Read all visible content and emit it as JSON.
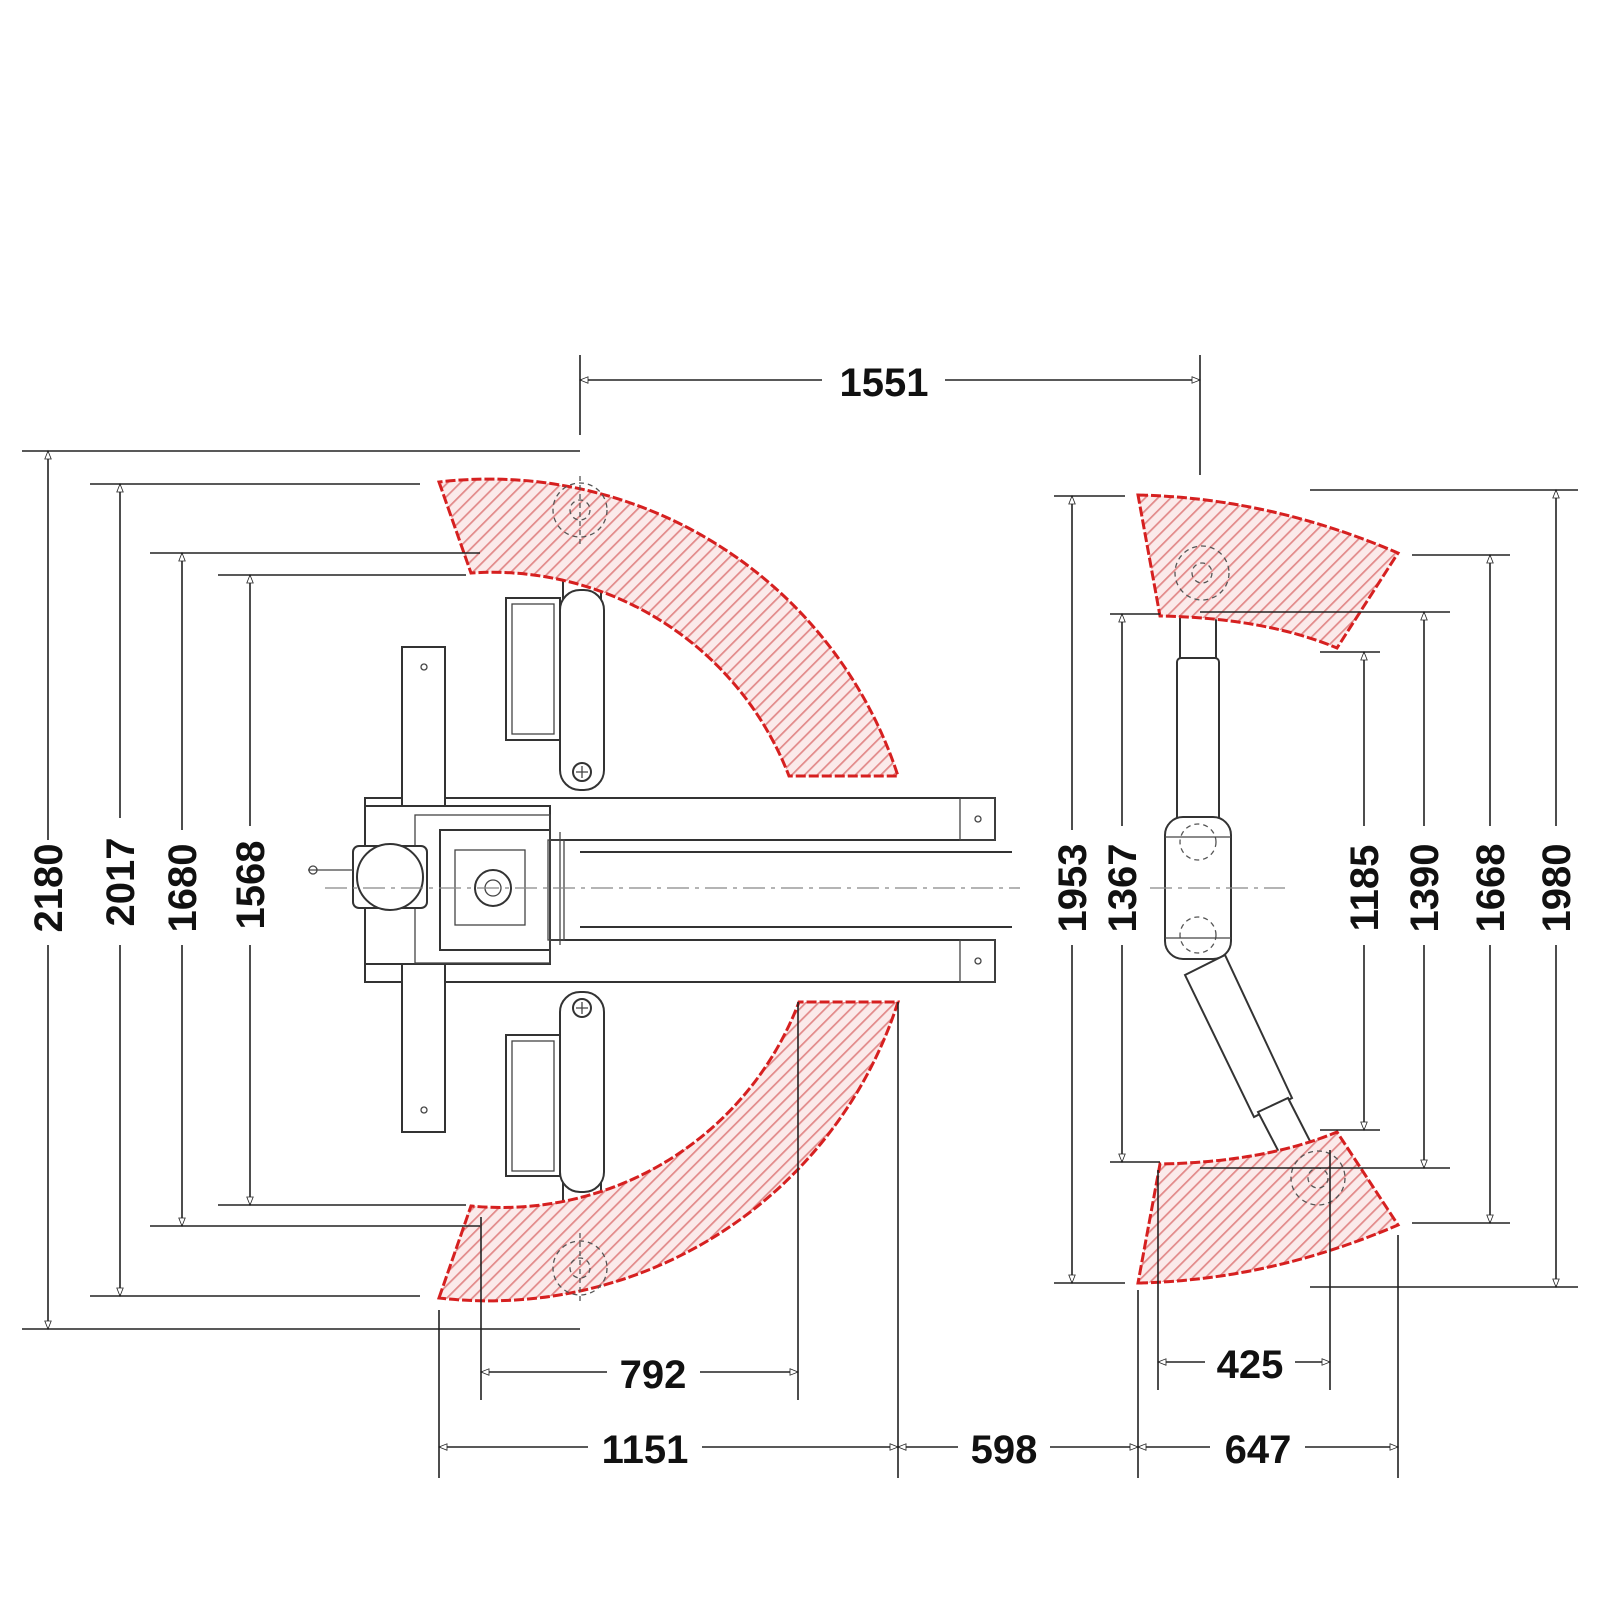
{
  "dimensions": {
    "top_width": "1551",
    "left_overall_height": "2180",
    "left_outer_arm_span": "2017",
    "left_inner_span": "1680",
    "left_pad_span": "1568",
    "arc_inner_width": "792",
    "left_total_width": "1151",
    "gap_width": "598",
    "right_width": "647",
    "right_arm_reach": "425",
    "right_outer_height": "1953",
    "right_column_height": "1367",
    "right_inner_1": "1185",
    "right_inner_2": "1390",
    "right_inner_3": "1668",
    "right_overall_height": "1980"
  },
  "colors": {
    "zone_stroke": "#d62020",
    "zone_hatch": "#e8a0a0",
    "line": "#222222"
  }
}
